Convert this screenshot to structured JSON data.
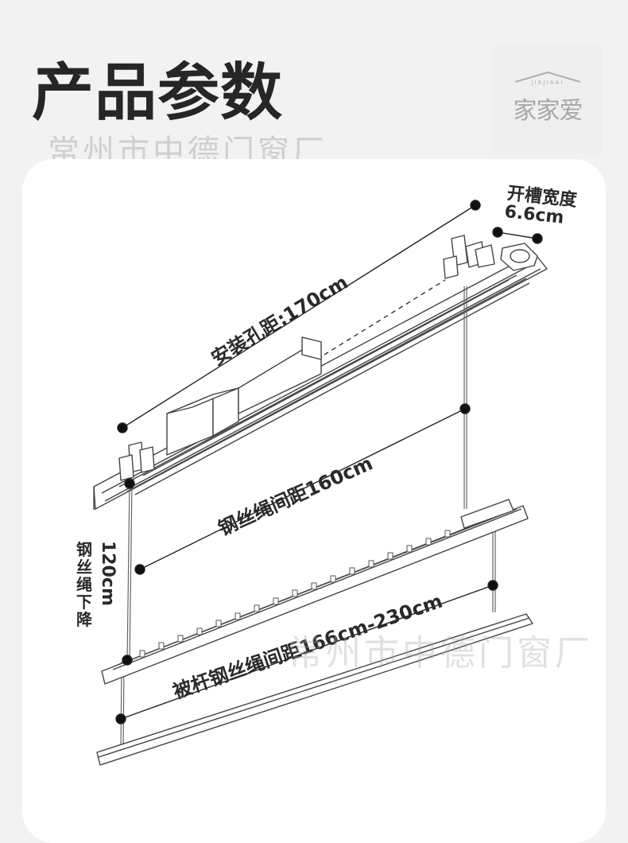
{
  "header": {
    "title": "产品参数",
    "watermark": "常州市中德门窗厂"
  },
  "logo": {
    "small_text": "JIAJIAAI",
    "brand_text": "家家爱"
  },
  "labels": {
    "slot_width_title": "开槽宽度",
    "slot_width_value": "6.6cm",
    "mount_hole_distance": "安装孔距:170cm",
    "cable_spacing": "钢丝绳间距160cm",
    "cable_drop_value": "120cm",
    "cable_drop_title": "钢丝绳下降",
    "pole_cable_spacing": "被杆钢丝绳间距166cm-230cm"
  },
  "watermark_mid": "常州市中德门窗厂",
  "colors": {
    "background": "#f2f2f2",
    "card": "#ffffff",
    "ink": "#262626",
    "watermark": "#cfcfcf"
  }
}
